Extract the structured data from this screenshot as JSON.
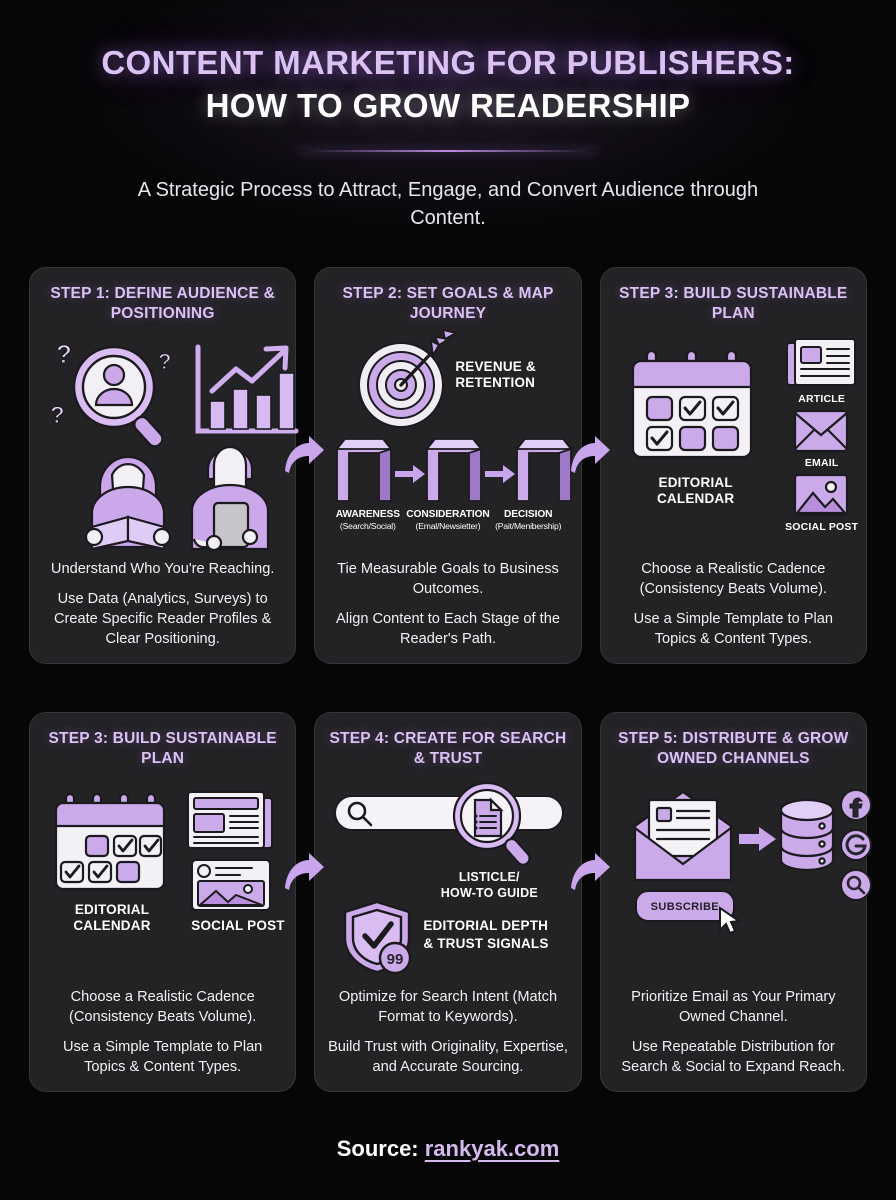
{
  "header": {
    "title_line1": "CONTENT MARKETING FOR PUBLISHERS:",
    "title_line2": "HOW TO GROW READERSHIP",
    "subtitle": "A Strategic Process to Attract, Engage, and Convert Audience through Content."
  },
  "colors": {
    "page_background": "#070607",
    "card_background": "#232225",
    "card_border": "#37353a",
    "accent_purple": "#dcc2f4",
    "icon_purple": "#c9a6ec",
    "icon_purple_dark": "#9d79c7",
    "arrow_purple": "#c9a6ec",
    "text_white": "#ffffff"
  },
  "cards": [
    {
      "title": "STEP 1: DEFINE AUDIENCE & POSITIONING",
      "body": [
        "Understand Who You're Reaching.",
        "Use Data (Analytics, Surveys) to Create Specific Reader Profiles & Clear Positioning."
      ],
      "icons": [
        "magnifier-person-icon",
        "question-mark-icon",
        "bar-chart-growth-icon",
        "reader-woman-icon",
        "reader-man-tablet-icon"
      ]
    },
    {
      "title": "STEP 2: SET GOALS & MAP JOURNEY",
      "body": [
        "Tie Measurable Goals to Business Outcomes.",
        "Align Content to Each Stage of the Reader's Path."
      ],
      "target_label": "REVENUE & RETENTION",
      "stages": [
        {
          "name": "AWARENESS",
          "sub": "(Search/Social)"
        },
        {
          "name": "CONSIDERATION",
          "sub": "(Emal/Newsietter)"
        },
        {
          "name": "DECISION",
          "sub": "(Pait/Menibership)"
        }
      ],
      "icons": [
        "target-arrow-icon",
        "journey-arch-icon",
        "small-arrow-icon"
      ]
    },
    {
      "title": "STEP 3: BUILD SUSTAINABLE PLAN",
      "body": [
        "Choose a Realistic Cadence (Consistency Beats Volume).",
        "Use a Simple Template to Plan Topics & Content Types."
      ],
      "calendar_label": "EDITORIAL CALENDAR",
      "content_types": [
        {
          "label": "ARTICLE",
          "icon": "article-icon"
        },
        {
          "label": "EMAIL",
          "icon": "envelope-icon"
        },
        {
          "label": "SOCIAL POST",
          "icon": "image-post-icon"
        }
      ],
      "icons": [
        "editorial-calendar-icon"
      ]
    },
    {
      "title": "STEP 3: BUILD SUSTAINABLE PLAN",
      "body": [
        "Choose a Realistic Cadence (Consistency Beats Volume).",
        "Use a Simple Template to Plan Topics & Content Types."
      ],
      "calendar_label": "EDITORIAL CALENDAR",
      "social_label": "SOCIAL POST",
      "icons": [
        "editorial-calendar-icon",
        "newspaper-icon",
        "social-post-card-icon"
      ]
    },
    {
      "title": "STEP 4: CREATE FOR SEARCH & TRUST",
      "body": [
        "Optimize for Search Intent (Match Format to Keywords).",
        "Build Trust with Originality, Expertise, and Accurate Sourcing."
      ],
      "search_label": "LISTICLE/ HOW-TO GUIDE",
      "search_label_line1": "LISTICLE/",
      "search_label_line2": "HOW-TO GUIDE",
      "trust_label_line1": "EDITORIAL DEPTH",
      "trust_label_line2": "& TRUST SIGNALS",
      "badge_number": "99",
      "icons": [
        "search-bar-icon",
        "magnifier-document-icon",
        "shield-check-icon"
      ]
    },
    {
      "title": "STEP 5: DISTRIBUTE & GROW OWNED CHANNELS",
      "body": [
        "Prioritize Email as Your Primary Owned Channel.",
        "Use Repeatable Distribution for Search & Social to Expand Reach."
      ],
      "subscribe_label": "SUBSCRIBE",
      "channel_icons": [
        "facebook-icon",
        "google-icon",
        "search-icon"
      ],
      "icons": [
        "open-envelope-icon",
        "database-icon",
        "cursor-icon",
        "right-arrow-icon"
      ]
    }
  ],
  "footer": {
    "source_prefix": "Source: ",
    "source_link": "rankyak.com"
  }
}
